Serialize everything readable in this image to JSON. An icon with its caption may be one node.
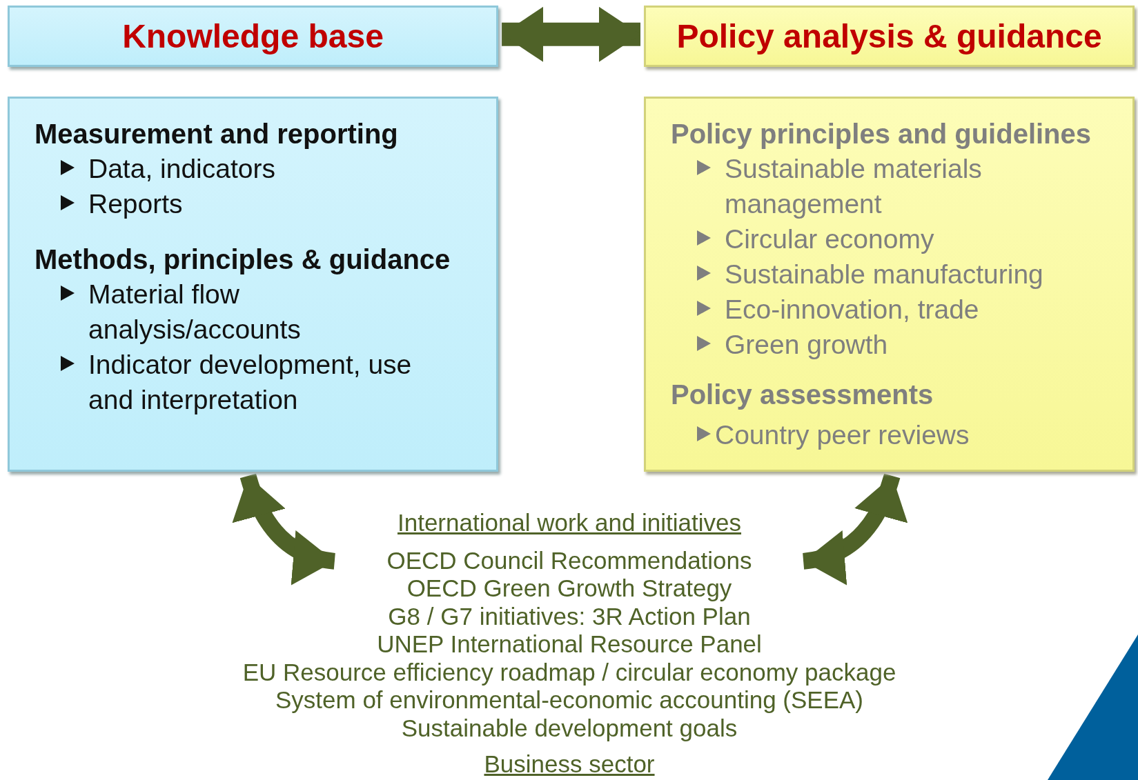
{
  "diagram": {
    "nodes": [
      {
        "text": [
          "Knowledge base"
        ]
      },
      {
        "text": [
          "Policy analysis & guidance"
        ]
      },
      {
        "text": [
          "Measurement and reporting",
          "Data, indicators",
          "Reports",
          "Methods, principles & guidance",
          "Material flow analysis/accounts",
          "Indicator development, use and interpretation"
        ]
      },
      {
        "text": [
          "Policy principles and guidelines",
          "Sustainable materials management",
          "Circular economy",
          "Sustainable manufacturing",
          "Eco-innovation, trade",
          "Green growth",
          "Policy assessments",
          "Country peer reviews"
        ]
      },
      {
        "text": [
          "International work and initiatives",
          "OECD Council Recommendations",
          "OECD Green Growth Strategy",
          "G8 / G7 initiatives: 3R Action Plan",
          "UNEP International Resource Panel",
          "EU Resource efficiency roadmap / circular economy package",
          "System of environmental-economic accounting (SEEA)",
          "Sustainable development goals",
          "Business sector"
        ]
      }
    ],
    "edges": [
      {
        "from": 0,
        "to": 1,
        "arrow": "both"
      },
      {
        "from": 2,
        "to": 4,
        "arrow": "both"
      },
      {
        "from": 3,
        "to": 4,
        "arrow": "both"
      }
    ]
  }
}
